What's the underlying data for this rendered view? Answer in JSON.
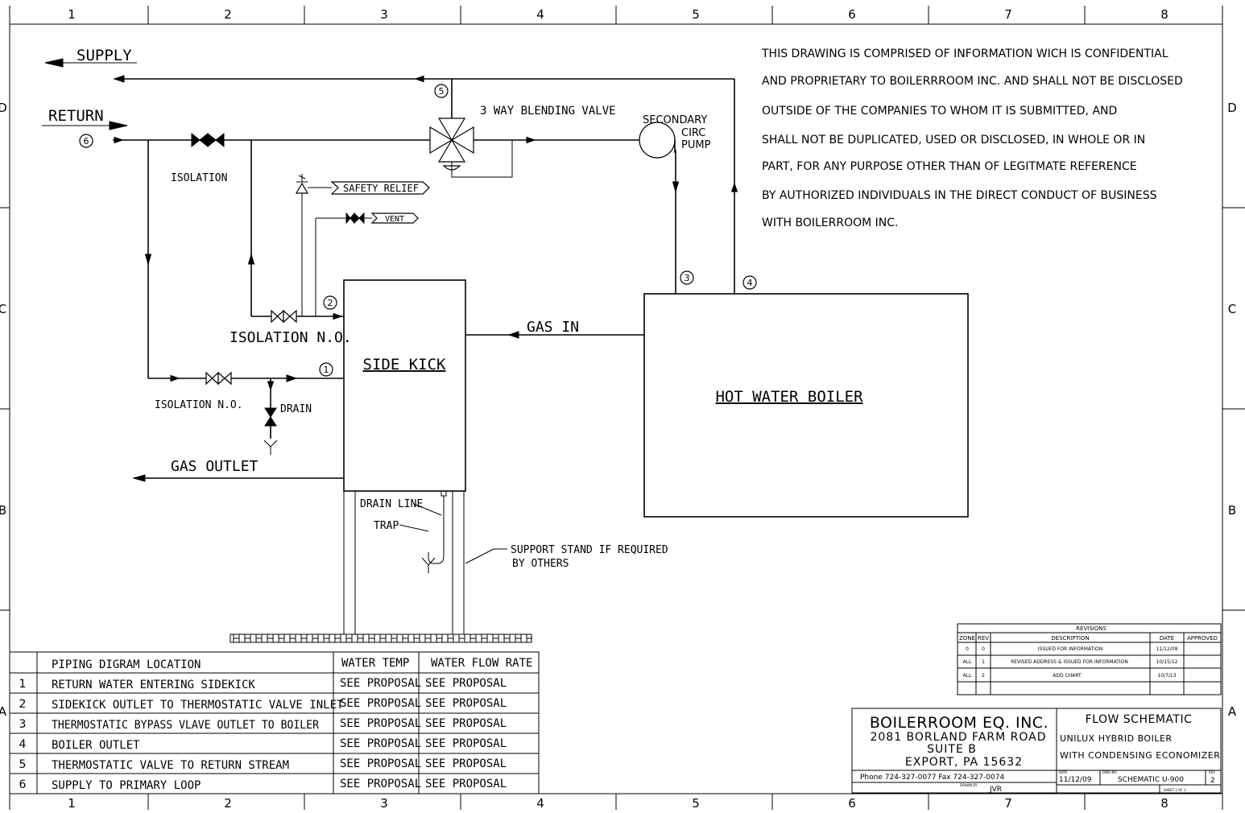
{
  "frame": {
    "columns": [
      "1",
      "2",
      "3",
      "4",
      "5",
      "6",
      "7",
      "8"
    ],
    "rows": [
      "D",
      "C",
      "B",
      "A"
    ]
  },
  "notice": [
    "THIS DRAWING IS COMPRISED OF INFORMATION WICH IS CONFIDENTIAL",
    "AND PROPRIETARY TO BOILERRROOM INC. AND SHALL NOT BE DISCLOSED",
    "OUTSIDE OF THE COMPANIES TO WHOM IT IS SUBMITTED, AND",
    "SHALL NOT BE DUPLICATED, USED OR DISCLOSED, IN WHOLE OR IN",
    "PART, FOR ANY PURPOSE OTHER THAN OF LEGITMATE REFERENCE",
    "BY AUTHORIZED INDIVIDUALS IN THE DIRECT CONDUCT OF BUSINESS",
    "WITH BOILERROOM INC."
  ],
  "labels": {
    "supply": "SUPPLY",
    "return": "RETURN",
    "isolation": "ISOLATION",
    "isolation_no_upper": "ISOLATION N.O.",
    "isolation_no_lower": "ISOLATION N.O.",
    "drain": "DRAIN",
    "gas_outlet": "GAS OUTLET",
    "gas_in": "GAS IN",
    "blending_valve": "3 WAY BLENDING VALVE",
    "secondary": "SECONDARY",
    "circ": "CIRC",
    "pump": "PUMP",
    "safety_relief": "SAFETY RELIEF",
    "vent": "VENT",
    "side_kick": "SIDE KICK",
    "hot_water_boiler": "HOT WATER BOILER",
    "drain_line": "DRAIN LINE",
    "trap": "TRAP",
    "support_1": "SUPPORT STAND IF REQUIRED",
    "support_2": "BY OTHERS"
  },
  "markers": [
    "1",
    "2",
    "3",
    "4",
    "5",
    "6"
  ],
  "piping_table": {
    "headers": [
      "",
      "PIPING DIGRAM LOCATION",
      "WATER TEMP",
      "WATER FLOW RATE"
    ],
    "rows": [
      [
        "1",
        "RETURN WATER ENTERING SIDEKICK",
        "SEE PROPOSAL",
        "SEE PROPOSAL"
      ],
      [
        "2",
        "SIDEKICK OUTLET TO THERMOSTATIC VALVE INLET",
        "SEE PROPOSAL",
        "SEE PROPOSAL"
      ],
      [
        "3",
        "THERMOSTATIC BYPASS VLAVE OUTLET TO BOILER",
        "SEE PROPOSAL",
        "SEE PROPOSAL"
      ],
      [
        "4",
        "BOILER OUTLET",
        "SEE PROPOSAL",
        "SEE PROPOSAL"
      ],
      [
        "5",
        "THERMOSTATIC VALVE TO RETURN STREAM",
        "SEE PROPOSAL",
        "SEE PROPOSAL"
      ],
      [
        "6",
        "SUPPLY TO PRIMARY LOOP",
        "SEE PROPOSAL",
        "SEE PROPOSAL"
      ]
    ]
  },
  "revisions": {
    "title": "REVISIONS",
    "headers": [
      "ZONE",
      "REV",
      "DESCRIPTION",
      "DATE",
      "APPROVED"
    ],
    "rows": [
      [
        "0",
        "0",
        "ISSUED FOR INFORMATION",
        "11/12/09",
        ""
      ],
      [
        "ALL",
        "1",
        "REVISED ADDRESS & ISSUED FOR INFORMATION",
        "10/15/12",
        ""
      ],
      [
        "ALL",
        "2",
        "ADD CHART",
        "10/7/13",
        ""
      ]
    ]
  },
  "title_block": {
    "company": "BOILERROOM EQ. INC.",
    "address1": "2081 BORLAND FARM ROAD",
    "address2": "SUITE B",
    "address3": "EXPORT, PA 15632",
    "phone": "Phone 724-327-0077 Fax 724-327-0074",
    "drawn_label": "DRAWN BY",
    "drawn_by": "JVR",
    "title": "FLOW SCHEMATIC",
    "subtitle1": "UNILUX HYBRID BOILER",
    "subtitle2": "WITH CONDENSING ECONOMIZER",
    "date_label": "DATE",
    "date": "11/12/09",
    "dwg_label": "DWG NO.",
    "dwg_no": "SCHEMATIC U-900",
    "rev_label": "REV",
    "rev": "2",
    "sheet": "SHEET 1 OF 1"
  }
}
